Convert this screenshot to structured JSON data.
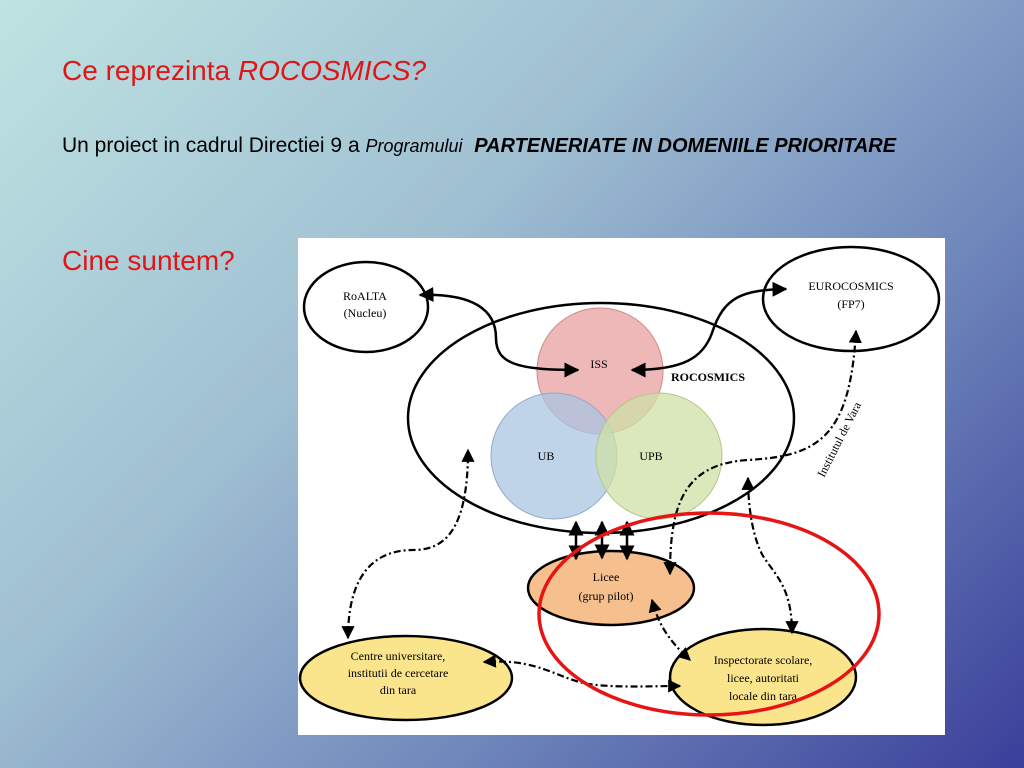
{
  "slide": {
    "title_plain": "Ce reprezinta ",
    "title_italic": "ROCOSMICS?",
    "subtitle_plain": "Un proiect in cadrul Directiei 9 a ",
    "subtitle_italic": "Programului",
    "subtitle_bold": "PARTENERIATE IN DOMENIILE PRIORITARE",
    "section": "Cine suntem?"
  },
  "diagram": {
    "roalta": {
      "line1": "RoALTA",
      "line2": "(Nucleu)"
    },
    "eurocosmics": {
      "line1": "EUROCOSMICS",
      "line2": "(FP7)"
    },
    "rocosmics_label": "ROCOSMICS",
    "iss": "ISS",
    "ub": "UB",
    "upb": "UPB",
    "vara_label": "Institutul de Vara",
    "licee": {
      "line1": "Licee",
      "line2": "(grup pilot)"
    },
    "centre": {
      "line1": "Centre universitare,",
      "line2": "institutii de cercetare",
      "line3": "din tara"
    },
    "inspectorate": {
      "line1": "Inspectorate scolare,",
      "line2": "licee, autoritati",
      "line3": "locale din tara"
    }
  },
  "colors": {
    "title_red": "#e01515",
    "iss_fill": "#e8a0a0",
    "ub_fill": "#a9c4e2",
    "upb_fill": "#cfe0a6",
    "licee_fill": "#f6c08e",
    "yellow_fill": "#fae48c",
    "highlight_red": "#e61414"
  }
}
